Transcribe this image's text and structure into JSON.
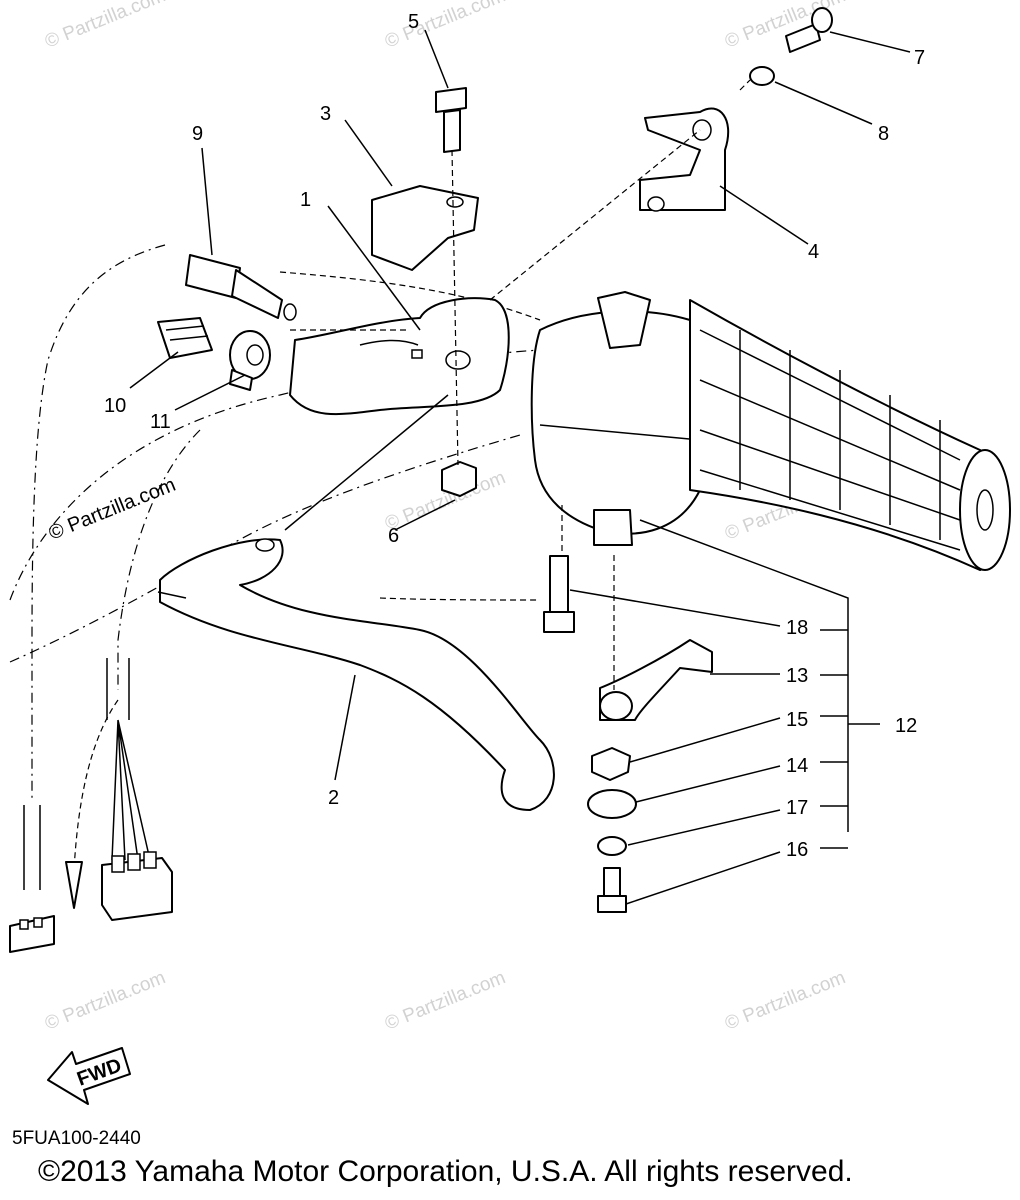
{
  "callouts": [
    "1",
    "2",
    "3",
    "4",
    "5",
    "6",
    "7",
    "8",
    "9",
    "10",
    "11",
    "12",
    "13",
    "14",
    "15",
    "16",
    "17",
    "18"
  ],
  "watermark": "© Partzilla.com",
  "fwd_label": "FWD",
  "diagram_code": "5FUA100-2440",
  "copyright": "©2013  Yamaha Motor Corporation, U.S.A. All rights reserved."
}
